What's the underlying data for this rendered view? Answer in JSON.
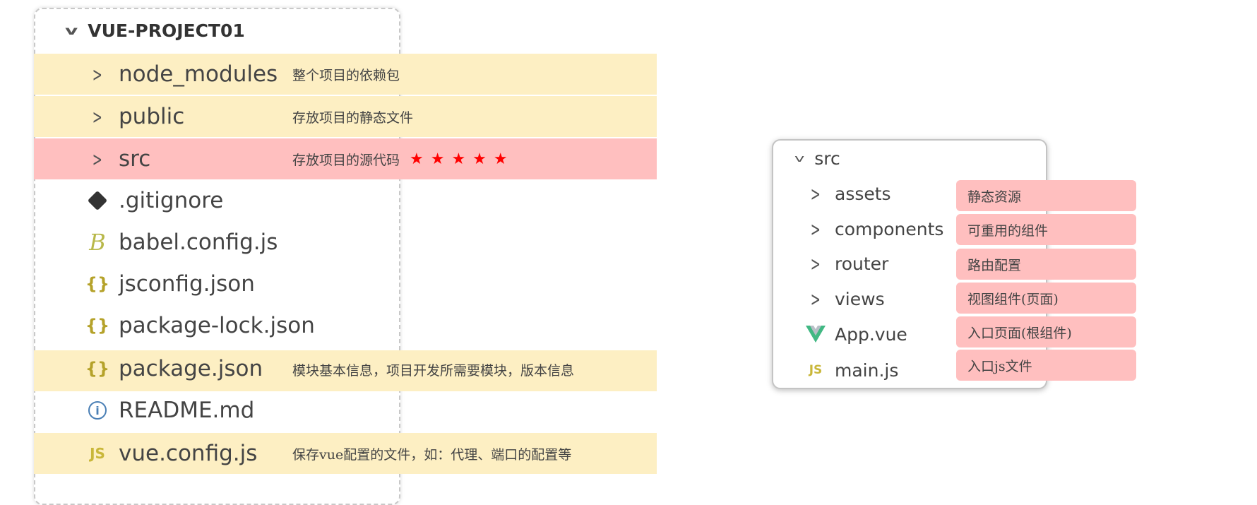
{
  "left_tree": {
    "root": "VUE-PROJECT01",
    "items": [
      {
        "name": "node_modules",
        "icon": "chevron-right-icon",
        "note": "整个项目的依赖包"
      },
      {
        "name": "public",
        "icon": "chevron-right-icon",
        "note": "存放项目的静态文件"
      },
      {
        "name": "src",
        "icon": "chevron-right-icon",
        "note": "存放项目的源代码",
        "stars": "★★★★★"
      },
      {
        "name": ".gitignore",
        "icon": "git-icon"
      },
      {
        "name": "babel.config.js",
        "icon": "babel-icon"
      },
      {
        "name": "jsconfig.json",
        "icon": "json-icon"
      },
      {
        "name": "package-lock.json",
        "icon": "json-icon"
      },
      {
        "name": "package.json",
        "icon": "json-icon",
        "note": "模块基本信息，项目开发所需要模块，版本信息"
      },
      {
        "name": "README.md",
        "icon": "info-icon"
      },
      {
        "name": "vue.config.js",
        "icon": "js-icon",
        "note": "保存vue配置的文件，如：代理、端口的配置等"
      }
    ]
  },
  "right_tree": {
    "root": "src",
    "items": [
      {
        "name": "assets",
        "note": "静态资源"
      },
      {
        "name": "components",
        "note": "可重用的组件"
      },
      {
        "name": "router",
        "note": "路由配置"
      },
      {
        "name": "views",
        "note": "视图组件(页面)"
      },
      {
        "name": "App.vue",
        "note": "入口页面(根组件)"
      },
      {
        "name": "main.js",
        "note": "入口js文件"
      }
    ]
  },
  "icons": {
    "json": "{}",
    "js": "JS",
    "babel": "B",
    "info": "i"
  },
  "colors": {
    "yellow": "#fdefc3",
    "red": "#ffbfbf",
    "star": "#ff0000",
    "json_icon": "#b5a22a",
    "vue_green": "#41b883"
  }
}
